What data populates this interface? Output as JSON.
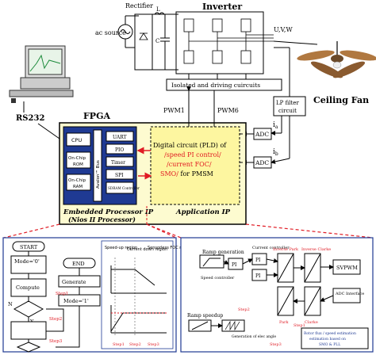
{
  "power": {
    "rectifier": "Rectifier",
    "inductor": "L",
    "capacitor": "C",
    "inverter": "Inverter",
    "ac_source": "ac source",
    "uvw": "U,V,W",
    "isolated": "Isolated and driving cuircuits",
    "pwm1": "PWM1",
    "pwm6": "PWM6",
    "lp_filter_l1": "LP filter",
    "lp_filter_l2": "circuit",
    "ceiling_fan": "Ceiling Fan",
    "ia": "i",
    "ia_sub": "a",
    "ib": "i",
    "ib_sub": "b",
    "adc1": "ADC",
    "adc2": "ADC"
  },
  "pc": {
    "rs232": "RS232"
  },
  "fpga": {
    "title": "FPGA",
    "cpu": "CPU",
    "rom_l1": "On-Chip",
    "rom_l2": "ROM",
    "ram_l1": "On-Chip",
    "ram_l2": "RAM",
    "bus": "Avalon™ Bus",
    "uart": "UART",
    "pio": "PIO",
    "timer": "Timer",
    "spi": "SPI",
    "sdram": "SDRAM Controller",
    "pld_l1": "Digital circuit (PLD) of",
    "pld_l2": "/speed PI control/",
    "pld_l3": "/current FOC/",
    "pld_l4a": "SMO/",
    "pld_l4b": " for PMSM",
    "embedded_l1": "Embedded Processor IP",
    "embedded_l2": "(Nios II Processor)",
    "app_ip": "Application IP"
  },
  "flow": {
    "start": "START",
    "end": "END",
    "mode0": "Mode='0'",
    "generate": "Generate",
    "mode1": "Mode='1'",
    "n_label": "N",
    "y_label": "Y",
    "compute": "Compute",
    "step1": "Step1",
    "step2": "Step2",
    "step3": "Step3"
  },
  "speedplot": {
    "region1": "Speed-up region",
    "region2": "Current down region",
    "region3": "Sensorless FOC region"
  },
  "control": {
    "rampgen": "Ramp generation",
    "speedreg": "Speed controller",
    "curreg": "Current controller",
    "inv_park": "Inverse Park",
    "inv_clarke": "Inverse Clarke",
    "svpwm": "SVPWM",
    "adc_if": "ADC Interface",
    "park": "Park",
    "clarke": "Clarke",
    "ramp": "Ramp speedup",
    "elec": "Generation of elec angle",
    "smo_l1": "Rotor flux / speed estimation",
    "smo_l2": "estimation based on",
    "smo_l3": "SMO & PLL",
    "pi": "PI",
    "step1": "Step1",
    "step2": "Step2",
    "step3": "Step3"
  },
  "colors": {
    "accent_red": "#e01b24",
    "fpga_fill": "#fdfbd0",
    "nios_blue": "#1f3a93",
    "pld_yellow": "#fdf6a0",
    "panel_blue": "#1f3a93"
  }
}
